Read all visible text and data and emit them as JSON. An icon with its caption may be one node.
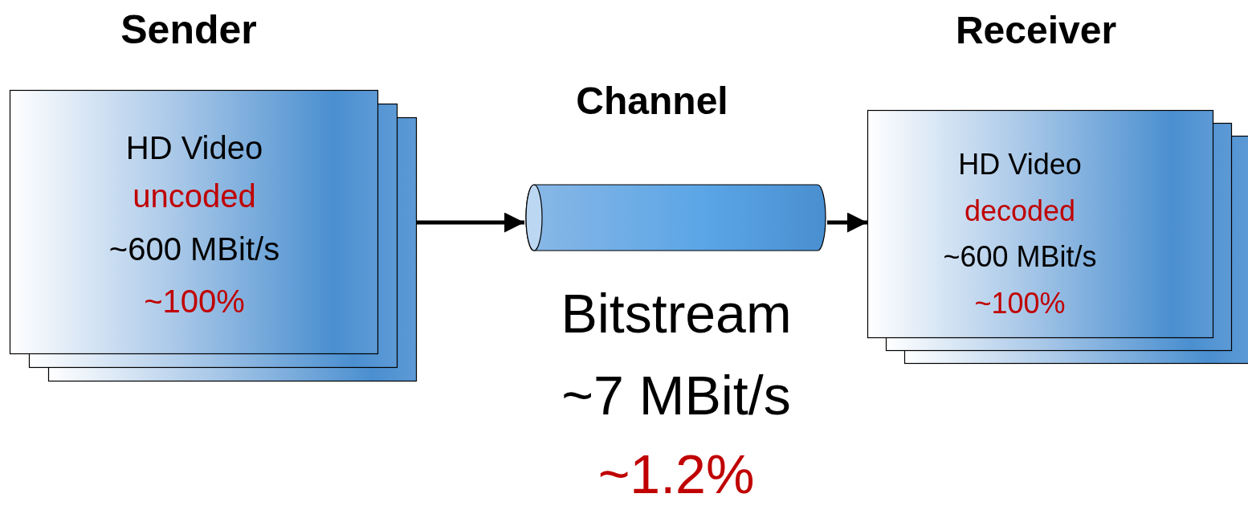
{
  "diagram": {
    "nodes": [
      {
        "text": [
          "Sender",
          "HD Video",
          "uncoded",
          "~600 MBit/s",
          "~100%"
        ]
      },
      {
        "text": [
          "Channel"
        ],
        "beside": [
          "Bitstream",
          "~7 MBit/s",
          "~1.2%"
        ]
      },
      {
        "text": [
          "Receiver",
          "HD Video",
          "decoded",
          "~600 MBit/s",
          "~100%"
        ]
      }
    ],
    "edges": [
      {
        "from": 0,
        "to": 1,
        "arrow": "to"
      },
      {
        "from": 1,
        "to": 2,
        "arrow": "to"
      }
    ]
  }
}
